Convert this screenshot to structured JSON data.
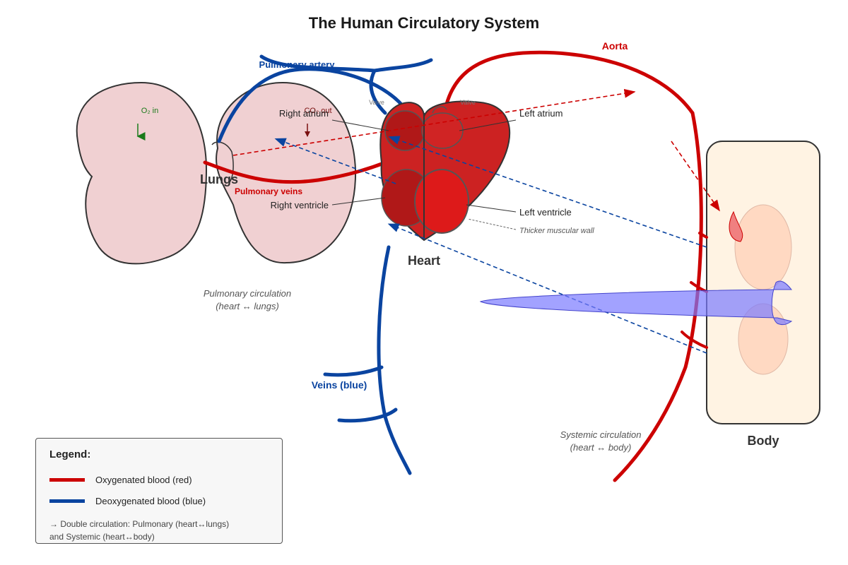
{
  "title": "The Human Circulatory System",
  "colors": {
    "oxygenated": "#cc0000",
    "deoxygenated": "#0a44a0",
    "lungs_fill": "#f0d0d2",
    "heart_fill": "#cc2222",
    "body_fill": "#fff3e3"
  },
  "lungs": {
    "label": "Lungs",
    "o2_label": "O₂ in",
    "co2_label": "CO₂ out"
  },
  "heart": {
    "label": "Heart",
    "right_atrium": "Right atrium",
    "left_atrium": "Left atrium",
    "right_ventricle": "Right ventricle",
    "left_ventricle": "Left ventricle",
    "wall_note": "Thicker muscular wall",
    "valve_left": "Valve",
    "valve_right": "Valve"
  },
  "vessels": {
    "pulmonary_artery": "Pulmonary artery",
    "pulmonary_veins": "Pulmonary veins",
    "aorta": "Aorta",
    "veins": "Veins (blue)"
  },
  "body": {
    "label": "Body"
  },
  "circulation": {
    "pulmonary": "Pulmonary circulation",
    "pulmonary_sub": "(heart ↔ lungs)",
    "systemic": "Systemic circulation",
    "systemic_sub": "(heart ↔ body)"
  },
  "legend": {
    "title": "Legend:",
    "oxygenated": "Oxygenated blood (red)",
    "deoxygenated": "Deoxygenated blood (blue)",
    "note": "→ Double circulation: Pulmonary (heart↔lungs)\nand Systemic (heart↔body)"
  }
}
